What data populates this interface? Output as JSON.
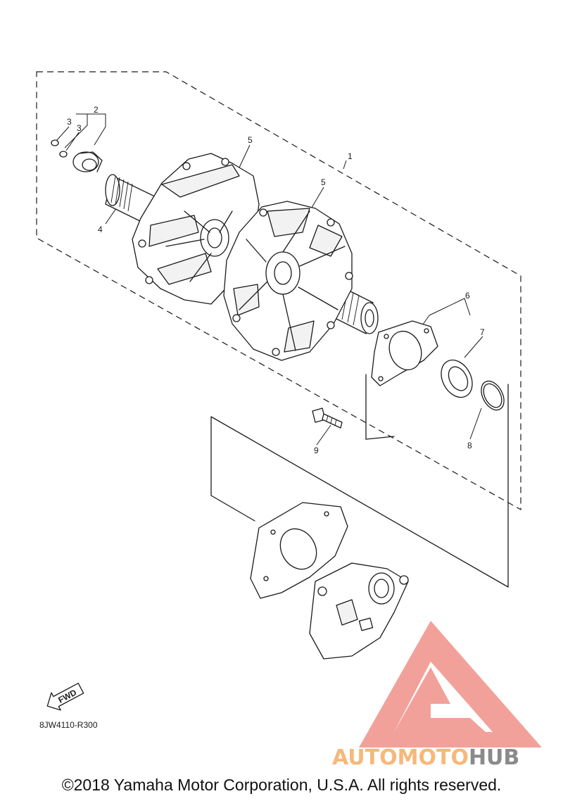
{
  "callouts": [
    "1",
    "2",
    "3",
    "3",
    "4",
    "5",
    "5",
    "6",
    "7",
    "8",
    "9"
  ],
  "fwd_label": "FWD",
  "diagram_code": "8JW4110-R300",
  "watermark": {
    "part1": "AUTOMOTO",
    "part2": "HUB",
    "color1": "#f6b87a",
    "color2": "#8a8a8a",
    "logo_color": "#f08a82"
  },
  "copyright": "©2018 Yamaha Motor Corporation, U.S.A. All rights reserved."
}
